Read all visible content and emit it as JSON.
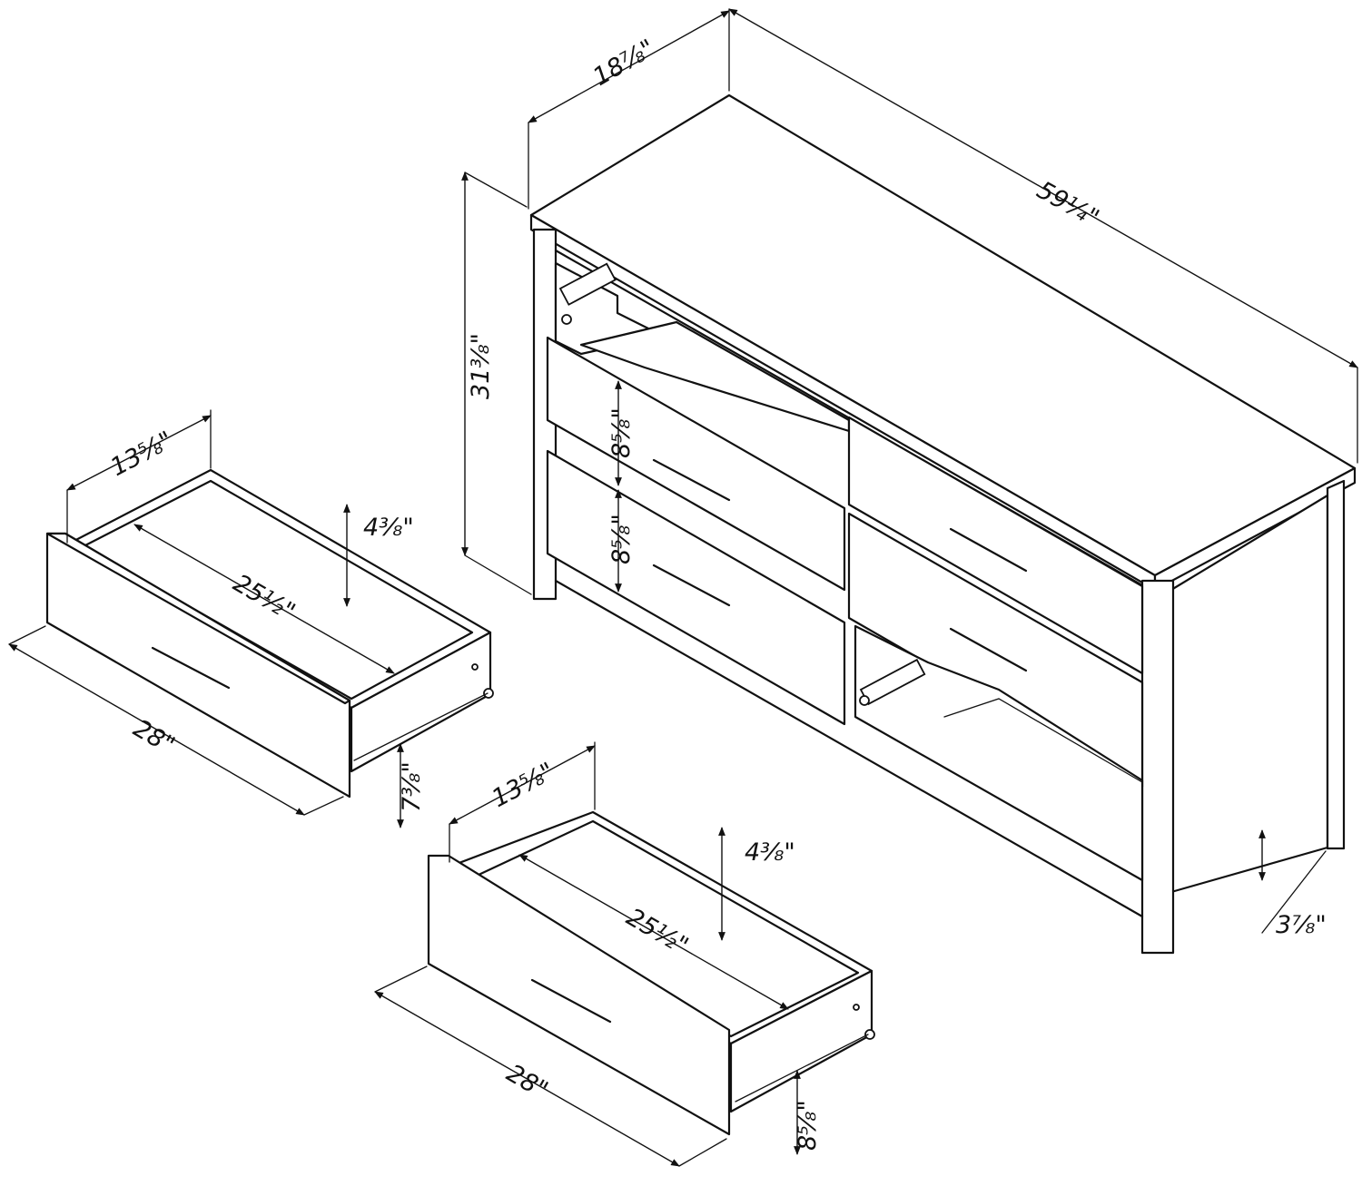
{
  "colors": {
    "line": "#111111",
    "background": "#ffffff"
  },
  "dresser": {
    "width": "59¼\"",
    "depth": "18⅞\"",
    "height": "31⅜\"",
    "drawer_height_top": "8⅝\"",
    "drawer_height_bottom": "8⅝\"",
    "leg_clearance": "3⅞\""
  },
  "drawer_left": {
    "width": "28\"",
    "depth": "13⅝\"",
    "inner_width": "25½\"",
    "inner_height": "4⅜\"",
    "front_height": "7⅜\""
  },
  "drawer_bottom": {
    "width": "28\"",
    "depth": "13⅝\"",
    "inner_width": "25½\"",
    "inner_height": "4⅜\"",
    "front_height": "8⅝\""
  }
}
